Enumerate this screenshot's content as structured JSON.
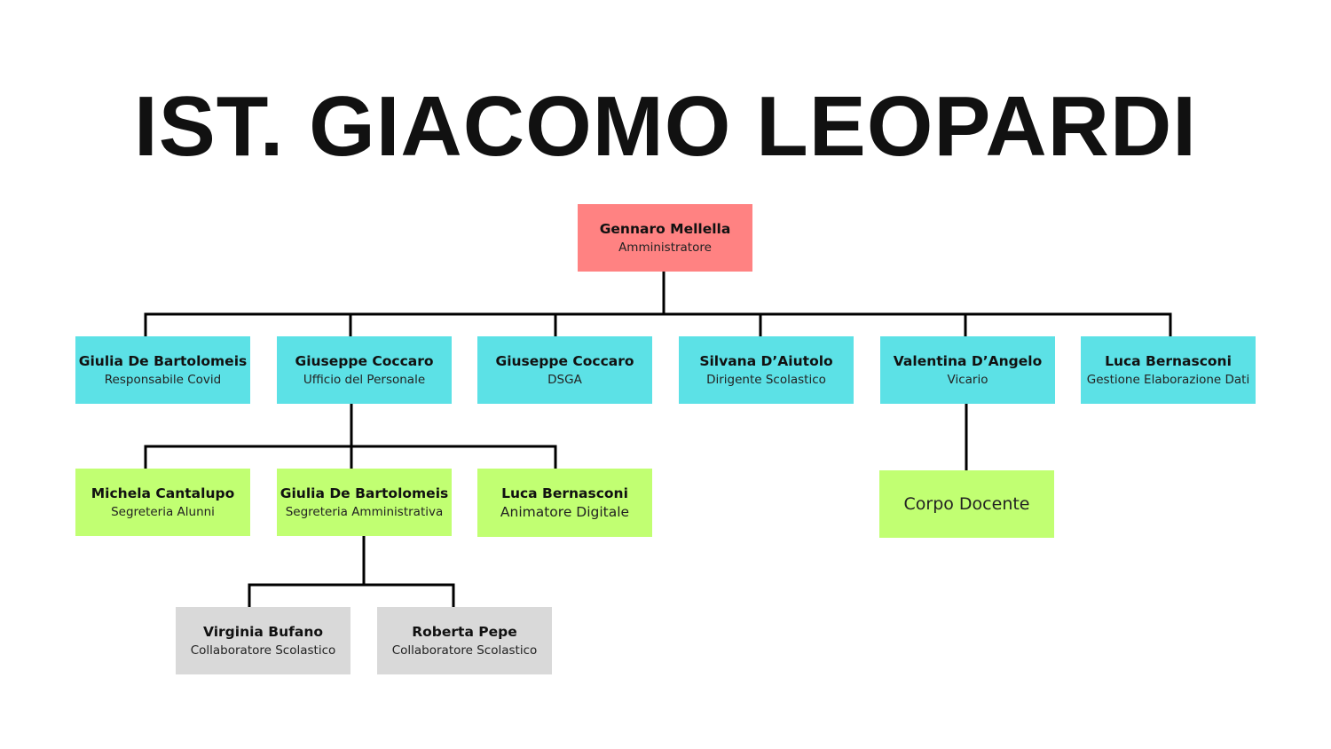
{
  "title": "IST. GIACOMO LEOPARDI",
  "colors": {
    "root": "#ff8282",
    "level1": "#5ce1e6",
    "level2": "#c1ff72",
    "level3": "#d9d9d9",
    "lines": "#000000"
  },
  "root": {
    "name": "Gennaro Mellella",
    "role": "Amministratore"
  },
  "level1": [
    {
      "name": "Giulia De Bartolomeis",
      "role": "Responsabile Covid"
    },
    {
      "name": "Giuseppe Coccaro",
      "role": "Ufficio del Personale"
    },
    {
      "name": "Giuseppe Coccaro",
      "role": "DSGA"
    },
    {
      "name": "Silvana D’Aiutolo",
      "role": "Dirigente Scolastico"
    },
    {
      "name": "Valentina D’Angelo",
      "role": "Vicario"
    },
    {
      "name": "Luca Bernasconi",
      "role": "Gestione Elaborazione Dati"
    }
  ],
  "level2": [
    {
      "name": "Michela Cantalupo",
      "role": "Segreteria Alunni"
    },
    {
      "name": "Giulia De Bartolomeis",
      "role": "Segreteria Amministrativa"
    },
    {
      "name": "Luca Bernasconi",
      "role": "Animatore Digitale"
    }
  ],
  "corpo_docente": "Corpo Docente",
  "level3": [
    {
      "name": "Virginia Bufano",
      "role": "Collaboratore Scolastico"
    },
    {
      "name": "Roberta Pepe",
      "role": "Collaboratore Scolastico"
    }
  ]
}
